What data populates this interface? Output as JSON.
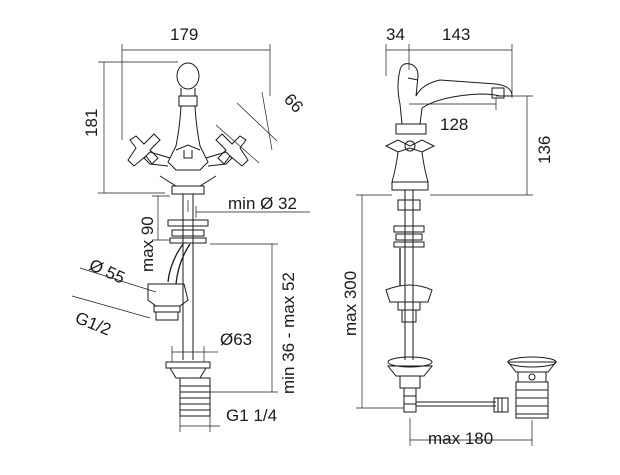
{
  "front_view": {
    "width_label": "179",
    "height_label": "181",
    "handle_label": "66",
    "hole_label": "min Ø 32",
    "deck_label": "max 90",
    "hose_label": "Ø 55",
    "inlet_label": "G1/2",
    "flange_label": "Ø63",
    "tail_label": "min 36 - max 52",
    "thread_label": "G1 1/4"
  },
  "side_view": {
    "offset_label": "34",
    "spout_label": "143",
    "reach_label": "128",
    "height_label": "136",
    "drop_label": "max 300",
    "rod_label": "max 180"
  }
}
